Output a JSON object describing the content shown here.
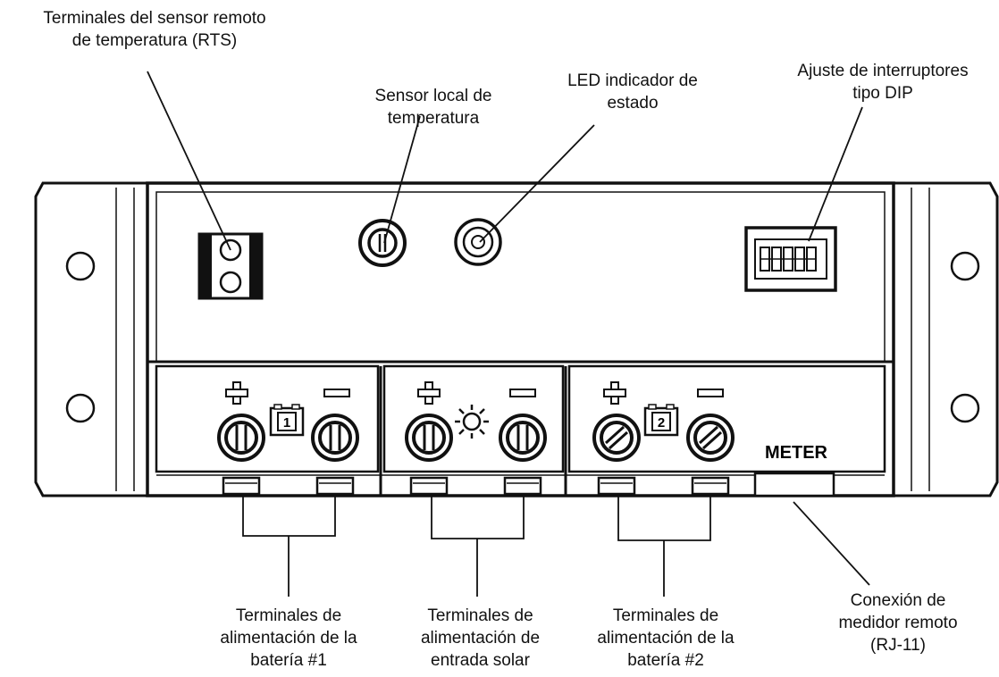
{
  "callouts": {
    "rts_terminals": [
      "Terminales del sensor remoto",
      "de temperatura (RTS)"
    ],
    "local_temp_sensor": [
      "Sensor local de",
      "temperatura"
    ],
    "status_led": [
      "LED indicador de",
      "estado"
    ],
    "dip_switches": [
      "Ajuste de interruptores",
      "tipo DIP"
    ],
    "battery1_terminals": [
      "Terminales de",
      "alimentación de la",
      "batería #1"
    ],
    "solar_terminals": [
      "Terminales de",
      "alimentación de",
      "entrada solar"
    ],
    "battery2_terminals": [
      "Terminales de",
      "alimentación de la",
      "batería #2"
    ],
    "remote_meter": [
      "Conexión de",
      "medidor remoto",
      "(RJ-11)"
    ]
  },
  "panel": {
    "meter_label": "METER",
    "battery1_badge": "1",
    "battery2_badge": "2",
    "plus_sign": "+",
    "minus_sign": "−"
  },
  "icons": {
    "solar": "sun-icon",
    "battery": "battery-icon",
    "screw": "screw-terminal-icon",
    "mount_hole": "mounting-hole-icon"
  },
  "colors": {
    "stroke": "#111111",
    "fill": "#ffffff",
    "fill_dark": "#d9d9d9"
  }
}
